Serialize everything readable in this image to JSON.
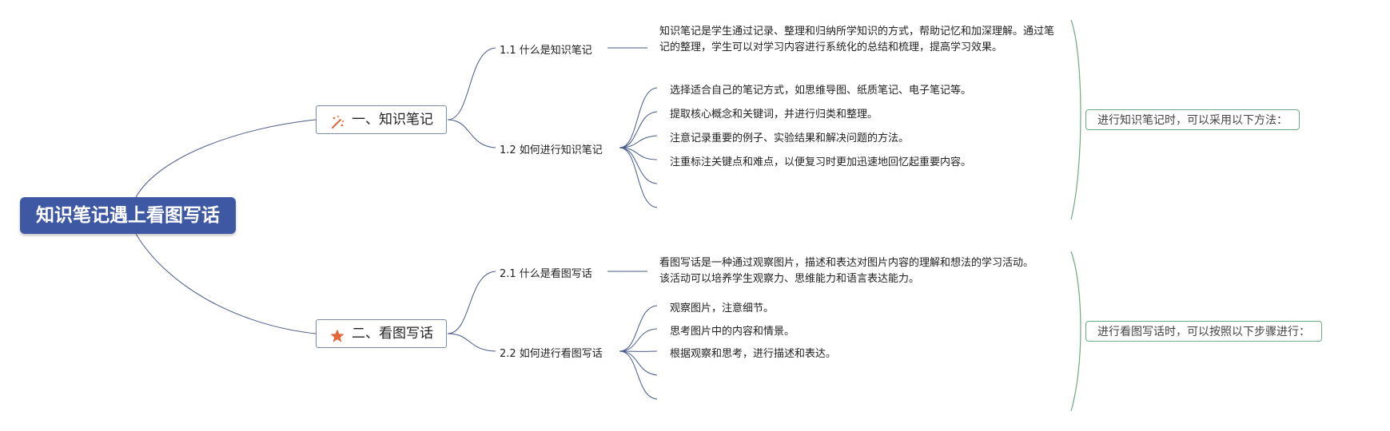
{
  "root": {
    "title": "知识笔记遇上看图写话"
  },
  "branches": [
    {
      "label": "一、知识笔记",
      "icon": "magic-wand-icon",
      "children": [
        {
          "label": "1.1 什么是知识笔记",
          "text": "知识笔记是学生通过记录、整理和归纳所学知识的方式，帮助记忆和加深理解。通过笔记的整理，学生可以对学习内容进行系统化的总结和梳理，提高学习效果。"
        },
        {
          "label": "1.2 如何进行知识笔记",
          "items": [
            "选择适合自己的笔记方式，如思维导图、纸质笔记、电子笔记等。",
            "提取核心概念和关键词，并进行归类和整理。",
            "注意记录重要的例子、实验结果和解决问题的方法。",
            "注重标注关键点和难点，以便复习时更加迅速地回忆起重要内容。",
            "",
            ""
          ]
        }
      ],
      "summary": "进行知识笔记时，可以采用以下方法："
    },
    {
      "label": "二、看图写话",
      "icon": "star-icon",
      "children": [
        {
          "label": "2.1 什么是看图写话",
          "text": "看图写话是一种通过观察图片，描述和表达对图片内容的理解和想法的学习活动。该活动可以培养学生观察力、思维能力和语言表达能力。"
        },
        {
          "label": "2.2 如何进行看图写话",
          "items": [
            "观察图片，注意细节。",
            "思考图片中的内容和情景。",
            "根据观察和思考，进行描述和表达。",
            "",
            ""
          ]
        }
      ],
      "summary": "进行看图写话时，可以按照以下步骤进行："
    }
  ],
  "colors": {
    "root_bg": "#3f58a4",
    "line": "#4a5a8a",
    "summary": "#6faa86",
    "icon": "#e0683a"
  }
}
